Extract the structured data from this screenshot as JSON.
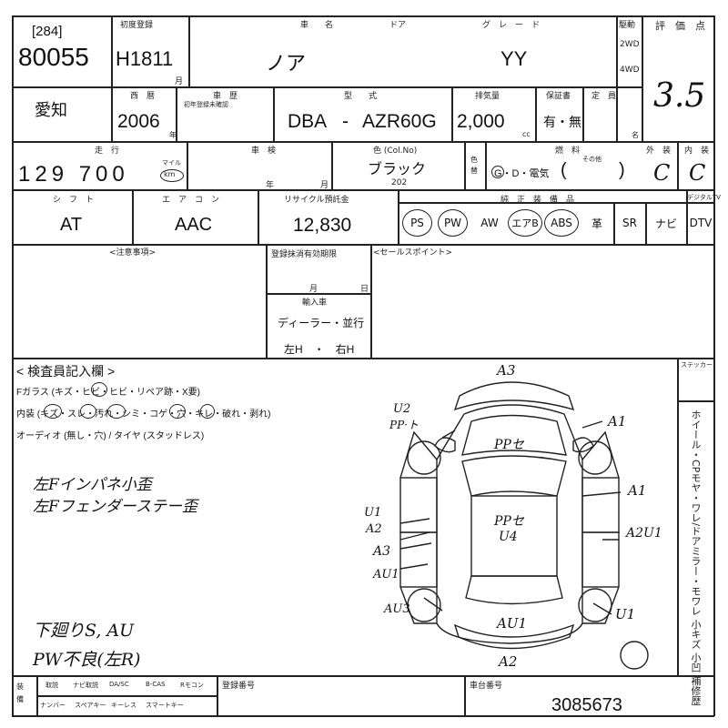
{
  "header": {
    "title": ""
  },
  "row1": {
    "lot_bracket": "[284]",
    "lot_number": "80055",
    "first_reg_label": "初度登録",
    "first_reg_value": "H1811",
    "first_reg_unit": "月",
    "car_name_label": "車　　名",
    "car_name": "ノア",
    "door_label": "ドア",
    "grade_label": "グ　レ　ー　ド",
    "grade": "YY",
    "drive_label": "駆動",
    "drive_2wd": "2WD",
    "drive_4wd": "4WD",
    "score_label": "評　価　点",
    "score": "3.5"
  },
  "row2": {
    "region": "愛知",
    "year_label": "西　暦",
    "year": "2006",
    "year_unit": "年",
    "body_label": "車　歴",
    "body_note": "初年登録未確認",
    "model_label": "型　　式",
    "model_prefix": "DBA",
    "model_dash": "-",
    "model_code": "AZR60G",
    "displacement_label": "排気量",
    "displacement": "2,000",
    "displacement_unit": "cc",
    "warranty_label": "保証書",
    "warranty_value": "有・無",
    "capacity_label": "定　員",
    "capacity_unit": "名"
  },
  "row3": {
    "mileage_label": "走　行",
    "mileage": "129 700",
    "mileage_unit_mile": "マイル",
    "mileage_unit_km": "km",
    "inspection_label": "車　検",
    "inspection_year": "年",
    "inspection_month": "月",
    "color_label": "色 (Col.No)",
    "color": "ブラック",
    "color_code": "202",
    "color_change_label": "色替",
    "fuel_label": "燃　料",
    "fuel_options": "G・D・電気",
    "fuel_other": "その他",
    "exterior_label": "外　装",
    "exterior": "C",
    "interior_label": "内　装",
    "interior": "C"
  },
  "row4": {
    "shift_label": "シ　フ　ト",
    "shift": "AT",
    "aircon_label": "エ　ア　コ　ン",
    "aircon": "AAC",
    "recycle_label": "リサイクル預託金",
    "recycle": "12,830",
    "equipment_label": "純　正　装　備　品",
    "options": [
      "PS",
      "PW",
      "AW",
      "エアB",
      "ABS",
      "革",
      "SR",
      "ナビ",
      "DTV"
    ],
    "dtv_label": "デジタルTV"
  },
  "row5": {
    "notes_label": "<注意事項>",
    "expiry_label": "登録抹消有効期限",
    "expiry_month": "月",
    "expiry_day": "日",
    "import_label": "輸入車",
    "import_dealer": "ディーラー・並行",
    "import_handle": "左H　・　右H",
    "sales_label": "<セールスポイント>"
  },
  "inspector": {
    "title": "< 検査員記入欄 >",
    "glass_line": "Fガラス (キズ・ヒビ・ヒビ・リペア跡・X要)",
    "interior_line": "内装 (キズ・スレ・汚れ・シミ・コゲ・穴・キレ・破れ・剥れ)",
    "audio_line": "オーディオ (無し・穴) / タイヤ (スタッドレス)",
    "note1": "左Fインパネ小歪",
    "note2": "左Fフェンダーステー歪",
    "note3": "下廻りS, AU",
    "note4": "PW不良(左R)",
    "right_label": "ホイール・CPモヤ・ワレ/ドアミラー・モワレ 小キズ 小凹 補修歴",
    "sticker_label": "ステッカー"
  },
  "diagram": {
    "a3_top": "A3",
    "u2": "U2",
    "u2_sub": "PP·ト",
    "a1_front_right": "A1",
    "ppse_hood": "PPセ",
    "a1_right": "A1",
    "ppse_roof": "PPセ",
    "u4_roof": "U4",
    "u1_left": "U1",
    "a2_left": "A2",
    "a3_left": "A3",
    "au1_left": "AU1",
    "a2u1_right": "A2U1",
    "au3_left": "AU3",
    "u1_right": "U1",
    "au1_rear": "AU1",
    "a2_bottom": "A2"
  },
  "footer": {
    "equip_label": "装備",
    "equip_items_top": [
      "取説",
      "ナビ取説",
      "DA/SC",
      "B-CAS",
      "Rモコン"
    ],
    "equip_items_bottom": [
      "ナンバー",
      "スペアキー",
      "キーレス",
      "スマートキー"
    ],
    "reg_number_label": "登録番号",
    "chassis_label": "車台番号",
    "chassis": "3085673"
  }
}
